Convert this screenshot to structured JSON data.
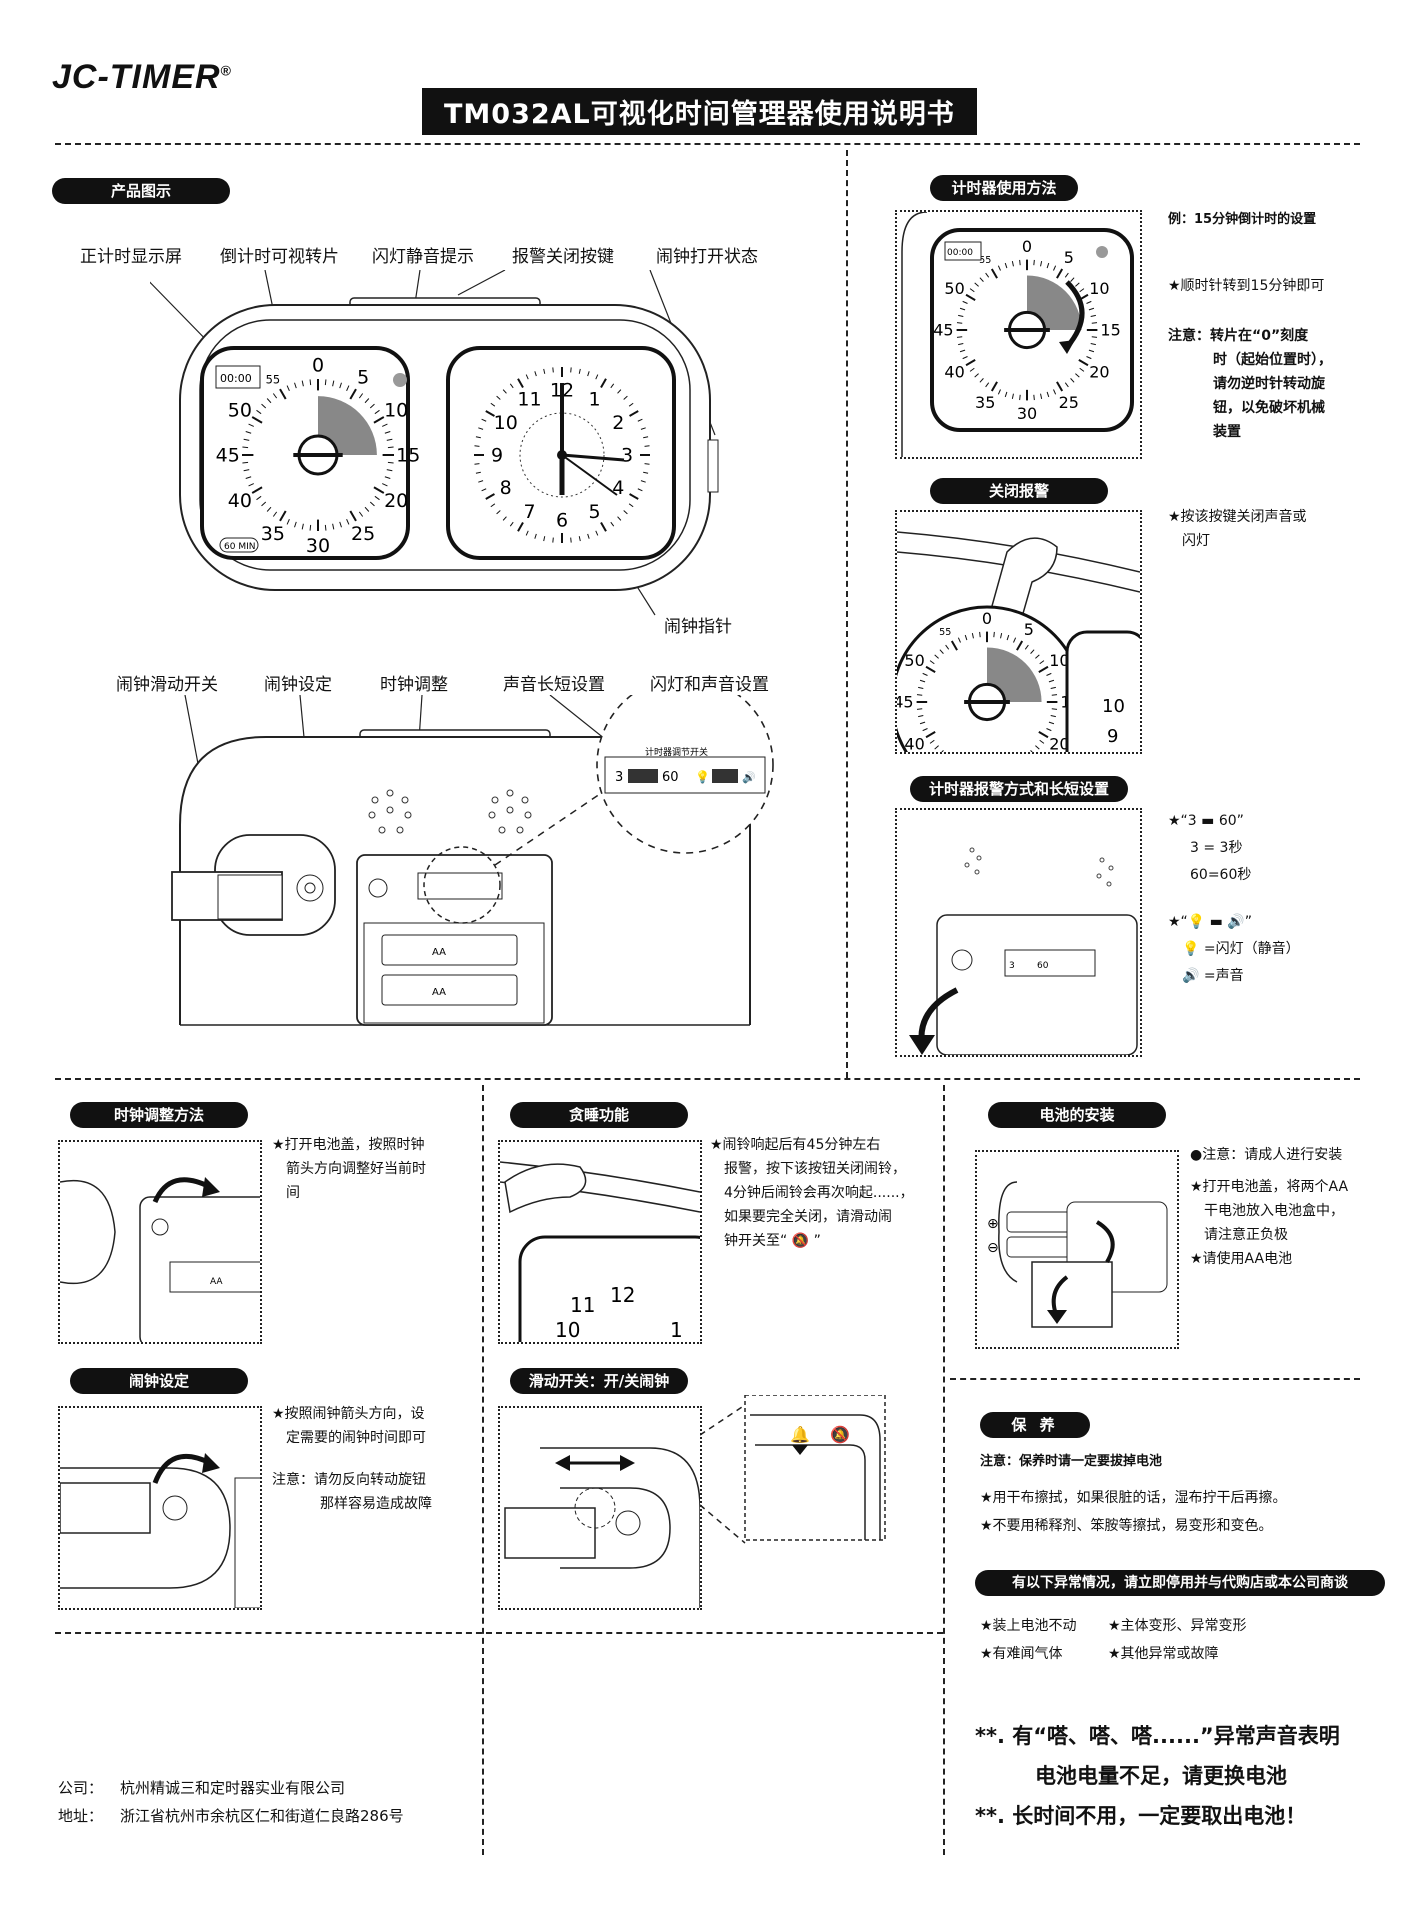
{
  "brand": "JC-TIMER",
  "brand_mark": "®",
  "title": "TM032AL可视化时间管理器使用说明书",
  "sections": {
    "product": "产品图示",
    "timer_use": "计时器使用方法",
    "alarm_off": "关闭报警",
    "alarm_mode": "计时器报警方式和长短设置",
    "clock_adjust": "时钟调整方法",
    "snooze": "贪睡功能",
    "battery": "电池的安装",
    "alarm_set": "闹钟设定",
    "slide_switch": "滑动开关：开/关闹钟",
    "care": "保 养",
    "abnormal": "有以下异常情况，请立即停用并与代购店或本公司商谈"
  },
  "product_labels": {
    "top": [
      "正计时显示屏",
      "倒计时可视转片",
      "闪灯静音提示",
      "报警关闭按键",
      "闹钟打开状态"
    ],
    "alarm_hand": "闹钟指针",
    "bottom": [
      "闹钟滑动开关",
      "闹钟设定",
      "时钟调整",
      "声音长短设置",
      "闪灯和声音设置"
    ]
  },
  "dials": {
    "timer_numbers": [
      "0",
      "5",
      "10",
      "15",
      "20",
      "25",
      "30",
      "35",
      "40",
      "45",
      "50",
      "55"
    ],
    "clock_numbers": [
      "12",
      "1",
      "2",
      "3",
      "4",
      "5",
      "6",
      "7",
      "8",
      "9",
      "10",
      "11"
    ],
    "lcd": "00:00",
    "min_badge": "60 MIN",
    "switch_title": "计时器调节开关",
    "switch_3": "3",
    "switch_60": "60",
    "battery_label": "AA"
  },
  "timer_use": {
    "example": "例：15分钟倒计时的设置",
    "step": "★顺时针转到15分钟即可",
    "note": [
      "注意：转片在“0”刻度",
      "时（起始位置时），",
      "请勿逆时针转动旋",
      "钮，以免破坏机械",
      "装置"
    ]
  },
  "alarm_off_text": [
    "★按该按键关闭声音或",
    "闪灯"
  ],
  "alarm_mode_text": {
    "line1": "★“3 ▬ 60”",
    "line2": "3 = 3秒",
    "line3": "60=60秒",
    "line4": "★“💡 ▬ 🔊”",
    "line5": "💡 =闪灯（静音）",
    "line6": "🔊 =声音"
  },
  "clock_adjust_text": [
    "★打开电池盖，按照时钟",
    "箭头方向调整好当前时",
    "间"
  ],
  "snooze_text": [
    "★闹铃响起后有45分钟左右",
    "报警，按下该按钮关闭闹铃，",
    "4分钟后闹铃会再次响起......，",
    "如果要完全关闭，请滑动闹",
    "钟开关至“ 🔕 ”"
  ],
  "battery_text": [
    "●注意：请成人进行安装",
    "★打开电池盖，将两个AA",
    "干电池放入电池盒中，",
    "请注意正负极",
    "★请使用AA电池"
  ],
  "alarm_set_text": [
    "★按照闹钟箭头方向，设",
    "定需要的闹钟时间即可",
    "注意：请勿反向转动旋钮",
    "那样容易造成故障"
  ],
  "care": {
    "note": "注意：保养时请一定要拔掉电池",
    "items": [
      "★用干布擦拭，如果很脏的话，湿布拧干后再擦。",
      "★不要用稀释剂、笨胺等擦拭，易变形和变色。"
    ]
  },
  "abnormal_items": [
    "★装上电池不动",
    "★主体变形、异常变形",
    "★有难闻气体",
    "★其他异常或故障"
  ],
  "warnings": [
    "**. 有“嗒、嗒、嗒......”异常声音表明",
    "电池电量不足，请更换电池",
    "**. 长时间不用，一定要取出电池！"
  ],
  "company": {
    "name_label": "公司：",
    "name": "杭州精诚三和定时器实业有限公司",
    "addr_label": "地址：",
    "addr": "浙江省杭州市余杭区仁和街道仁良路286号"
  }
}
